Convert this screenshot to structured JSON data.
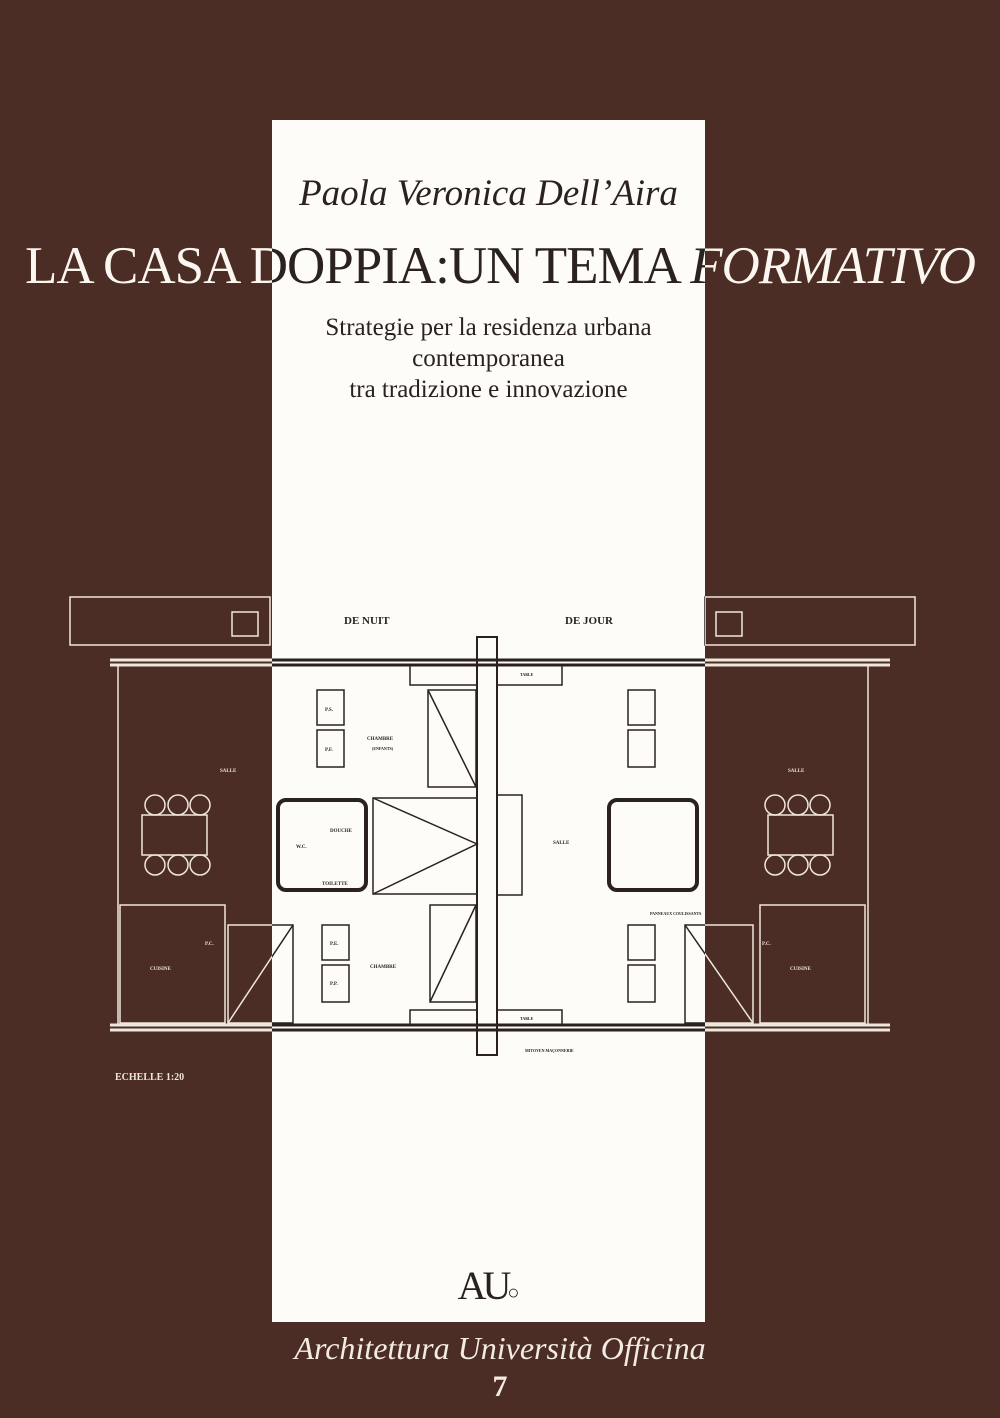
{
  "cover": {
    "author": "Paola Veronica Dell’Aira",
    "title_main": "LA CASA DOPPIA:UN TEMA ",
    "title_italic": "FORMATIVO",
    "subtitle_lines": [
      "Strategie per la residenza urbana",
      "contemporanea",
      "tra tradizione e innovazione"
    ],
    "logo": "AU",
    "series": "Architettura Università Officina",
    "volume": "7"
  },
  "plan": {
    "label_night": "DE NUIT",
    "label_day": "DE JOUR",
    "scale": "ECHELLE 1:20",
    "rooms": {
      "chambre": "CHAMBRE",
      "enfants": "(ENFANTS)",
      "salle": "SALLE",
      "douche": "DOUCHE",
      "wc": "W.C.",
      "toilette": "TOILETTE",
      "table": "TABLE",
      "ps": "P.S.",
      "pf": "P.F.",
      "pe": "P.E.",
      "pp": "P.P.",
      "pc": "P.C.",
      "cuisine": "CUISINE",
      "mitoyen": "MITOYEN MAÇONNERIE",
      "panneaux": "PANNEAUX COULISSANTS"
    },
    "colors": {
      "background": "#4b2d25",
      "panel": "#fdfcf8",
      "ink": "#2b2220"
    }
  }
}
